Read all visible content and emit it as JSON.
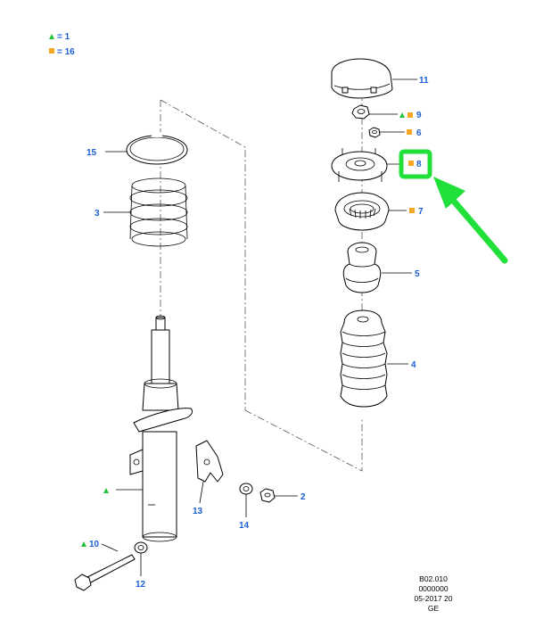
{
  "colors": {
    "callout": "#1a5fd4",
    "triangle_marker": "#22c23a",
    "square_marker": "#f5a623",
    "highlight": "#22e03a"
  },
  "legend": [
    {
      "marker": "triangle",
      "text": "= 1"
    },
    {
      "marker": "square",
      "text": "= 16"
    }
  ],
  "callouts": {
    "c11": "11",
    "c9": "9",
    "c6": "6",
    "c8": "8",
    "c7": "7",
    "c5": "5",
    "c4": "4",
    "c15": "15",
    "c3": "3",
    "c2": "2",
    "c13": "13",
    "c14": "14",
    "c10": "10",
    "c12": "12"
  },
  "drawing_code": {
    "line1": "B02.010",
    "line2": "0000000",
    "line3": "05-2017 20",
    "line4": "GE"
  }
}
